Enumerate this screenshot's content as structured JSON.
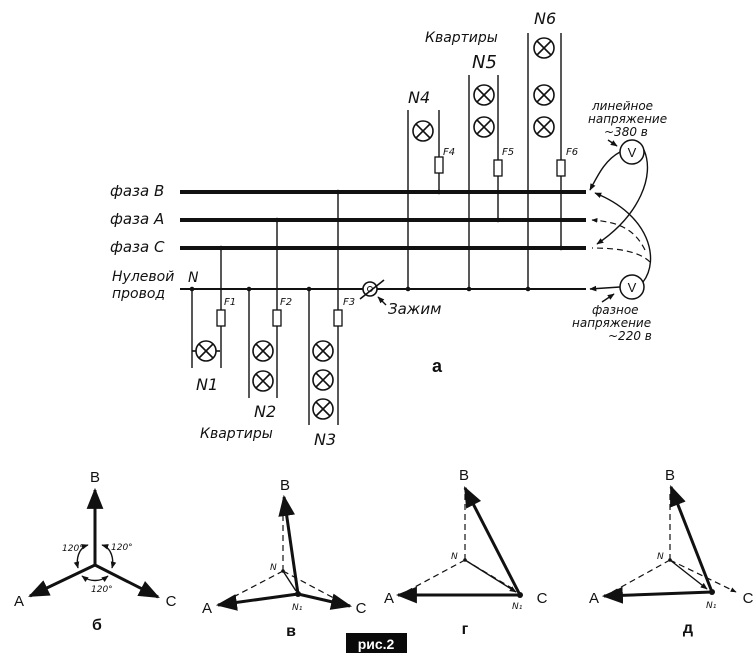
{
  "figure": {
    "caption": "рис.2",
    "panel_labels": {
      "a": "а",
      "b": "б",
      "v": "в",
      "g": "г",
      "d": "д"
    }
  },
  "circuit": {
    "buses": [
      {
        "id": "B",
        "label": "фаза  B"
      },
      {
        "id": "A",
        "label": "фаза  A"
      },
      {
        "id": "C",
        "label": "фаза  C"
      }
    ],
    "neutral": {
      "label_line1": "Нулевой",
      "label_line2": "провод",
      "symbol": "N"
    },
    "clamp_label": "Зажим",
    "apartments_label_top": "Квартиры",
    "apartments_label_bottom": "Квартиры",
    "apartments": [
      {
        "number": "N1",
        "fuse": "F1",
        "phase": "C",
        "lamps": 1
      },
      {
        "number": "N2",
        "fuse": "F2",
        "phase": "A",
        "lamps": 2
      },
      {
        "number": "N3",
        "fuse": "F3",
        "phase": "B",
        "lamps": 3
      },
      {
        "number": "N4",
        "fuse": "F4",
        "phase": "B",
        "lamps": 1
      },
      {
        "number": "N5",
        "fuse": "F5",
        "phase": "A",
        "lamps": 2
      },
      {
        "number": "N6",
        "fuse": "F6",
        "phase": "C",
        "lamps": 3
      }
    ],
    "voltmeters": [
      {
        "symbol": "V",
        "label_line1": "линейное",
        "label_line2": "напряжение",
        "value": "~380 в"
      },
      {
        "symbol": "V",
        "label_line1": "фазное",
        "label_line2": "напряжение",
        "value": "~220 в"
      }
    ]
  },
  "phasor_diagrams": [
    {
      "panel": "б",
      "vertices": [
        "A",
        "B",
        "C"
      ],
      "angle_labels": [
        "120°",
        "120°",
        "120°"
      ]
    },
    {
      "panel": "в",
      "vertices": [
        "A",
        "B",
        "C"
      ],
      "neutral": "N",
      "shifted_neutral": "N₁"
    },
    {
      "panel": "г",
      "vertices": [
        "A",
        "B",
        "C"
      ],
      "neutral": "N",
      "shifted_neutral": "N₁"
    },
    {
      "panel": "д",
      "vertices": [
        "A",
        "B",
        "C"
      ],
      "neutral": "N",
      "shifted_neutral": "N₁"
    }
  ]
}
